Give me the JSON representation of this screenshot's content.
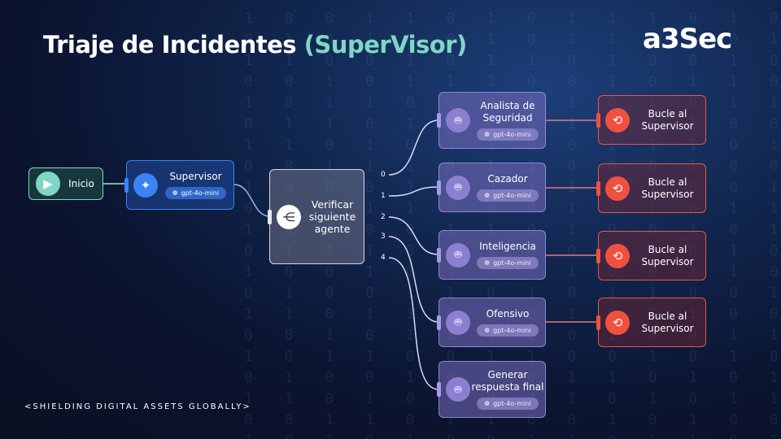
{
  "title": {
    "main": "Triaje de Incidentes ",
    "accent": "(SuperVisor)"
  },
  "logo": "a3Sec",
  "footer": "<SHIELDING DIGITAL ASSETS GLOBALLY>",
  "colors": {
    "accent": "#7fd6c4",
    "supervisor": "#3b82f6",
    "agent": "#8a7fd0",
    "loop": "#ef5140"
  },
  "nodes": {
    "start": {
      "label": "Inicio",
      "icon": "play-icon"
    },
    "supervisor": {
      "label": "Supervisor",
      "model": "gpt-4o-mini",
      "icon": "sparkle-icon"
    },
    "router": {
      "label": "Verificar siguiente agente",
      "icon": "split-icon"
    },
    "agents": [
      {
        "label": "Analista de Seguridad",
        "model": "gpt-4o-mini"
      },
      {
        "label": "Cazador",
        "model": "gpt-4o-mini"
      },
      {
        "label": "Inteligencia",
        "model": "gpt-4o-mini"
      },
      {
        "label": "Ofensivo",
        "model": "gpt-4o-mini"
      },
      {
        "label": "Generar respuesta final",
        "model": "gpt-4o-mini"
      }
    ],
    "loops": [
      {
        "label": "Bucle al Supervisor"
      },
      {
        "label": "Bucle al Supervisor"
      },
      {
        "label": "Bucle al Supervisor"
      },
      {
        "label": "Bucle al Supervisor"
      }
    ]
  },
  "branches": [
    "0",
    "1",
    "2",
    "3",
    "4"
  ]
}
